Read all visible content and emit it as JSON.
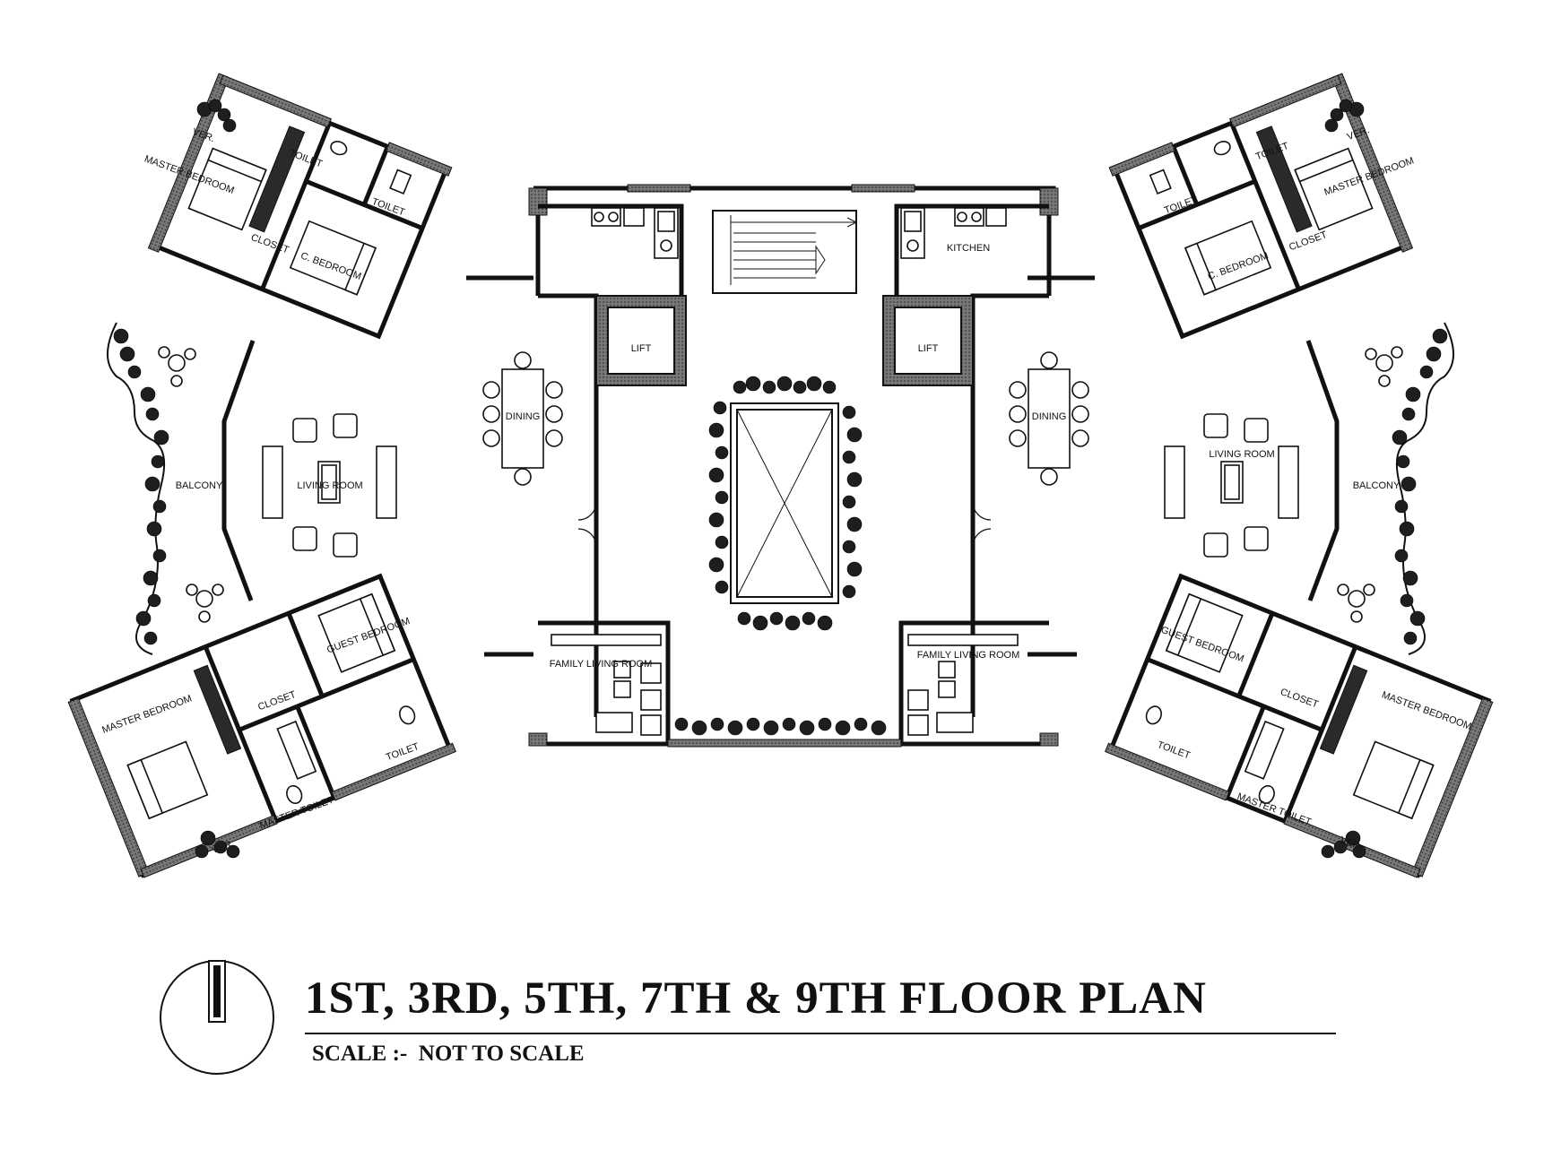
{
  "title": "1ST, 3RD, 5TH, 7TH & 9TH FLOOR PLAN",
  "scale": "SCALE :-  NOT TO SCALE",
  "rooms": {
    "master_bedroom": "MASTER BEDROOM",
    "toilet": "TOILET",
    "ver": "VER.",
    "closet": "CLOSET",
    "c_bedroom": "C. BEDROOM",
    "balcony": "BALCONY",
    "living_room": "LIVING ROOM",
    "dining": "DINING",
    "lift": "LIFT",
    "kitchen": "KITCHEN",
    "guest_bedroom": "GUEST BEDROOM",
    "master_toilet": "MASTER TOILET",
    "family_living_room": "FAMILY LIVING ROOM"
  },
  "icons": {
    "north": "north-arrow-icon"
  }
}
